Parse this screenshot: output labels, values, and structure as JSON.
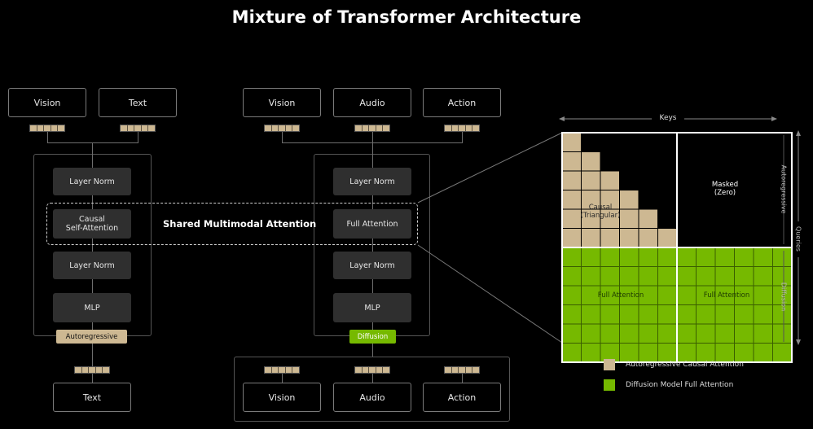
{
  "title": "Mixture of Transformer Architecture",
  "left": {
    "inputs": [
      "Vision",
      "Text"
    ],
    "blocks": [
      "Layer Norm",
      "Causal\nSelf-Attention",
      "Layer Norm",
      "MLP"
    ],
    "tag": "Autoregressive",
    "output": "Text"
  },
  "middle": {
    "inputs": [
      "Vision",
      "Audio",
      "Action"
    ],
    "blocks": [
      "Layer Norm",
      "Full Attention",
      "Layer Norm",
      "MLP"
    ],
    "tag": "Diffusion",
    "outputs": [
      "Vision",
      "Audio",
      "Action"
    ]
  },
  "shared_label": "Shared Multimodal Attention",
  "matrix": {
    "keys_label": "Keys",
    "queries_label": "Queries",
    "autoregressive_label": "Autoregressive",
    "diffusion_label": "Diffusion",
    "causal_label": "Causal\n(Triangular)",
    "masked_label": "Masked\n(Zero)",
    "full_attention_left": "Full Attention",
    "full_attention_right": "Full Attention"
  },
  "legend": [
    {
      "label": "Autoregressive Causal Attention",
      "color": "#cdb892"
    },
    {
      "label": "Diffusion Model Full Attention",
      "color": "#76b900"
    }
  ],
  "colors": {
    "tan": "#cdb892",
    "green": "#76b900",
    "dark_green": "#3a5e00"
  }
}
